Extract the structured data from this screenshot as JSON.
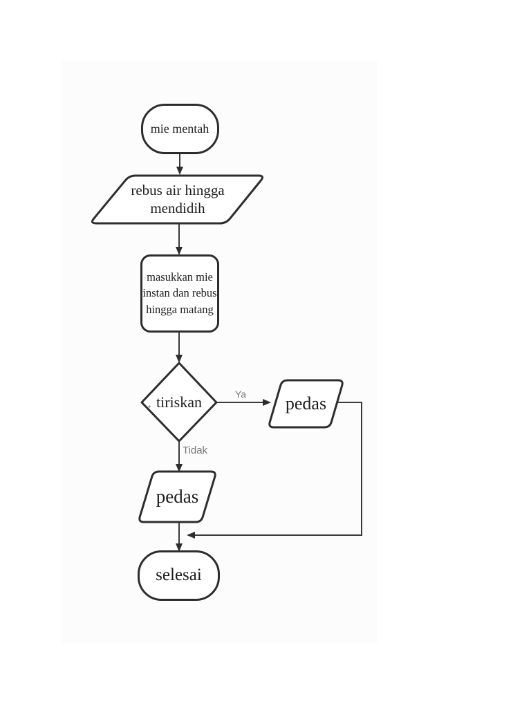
{
  "document": {
    "background": "#ffffff",
    "page_tint": "#fcfcfc"
  },
  "flowchart": {
    "colors": {
      "shape_stroke": "#2d2d2d",
      "connector_stroke": "#3a3a3a",
      "node_text": "#1d1d1d",
      "edge_label_text": "#757575",
      "shape_fill": "#ffffff"
    },
    "nodes": [
      {
        "id": "start",
        "type": "terminator",
        "label": "mie mentah"
      },
      {
        "id": "boil-water",
        "type": "input-output",
        "label": "rebus air hingga mendidih"
      },
      {
        "id": "cook",
        "type": "process",
        "label": "masukkan mie instan dan rebus hingga matang"
      },
      {
        "id": "drain",
        "type": "decision",
        "label": "tiriskan"
      },
      {
        "id": "spicy-yes",
        "type": "input-output",
        "label": "pedas"
      },
      {
        "id": "spicy-no",
        "type": "input-output",
        "label": "pedas"
      },
      {
        "id": "end",
        "type": "terminator",
        "label": "selesai"
      }
    ],
    "edges": [
      {
        "from": "start",
        "to": "boil-water",
        "label": ""
      },
      {
        "from": "boil-water",
        "to": "cook",
        "label": ""
      },
      {
        "from": "cook",
        "to": "drain",
        "label": ""
      },
      {
        "from": "drain",
        "to": "spicy-yes",
        "label": "Ya"
      },
      {
        "from": "drain",
        "to": "spicy-no",
        "label": "Tidak"
      },
      {
        "from": "spicy-yes",
        "to": "end",
        "label": ""
      },
      {
        "from": "spicy-no",
        "to": "end",
        "label": ""
      }
    ]
  }
}
